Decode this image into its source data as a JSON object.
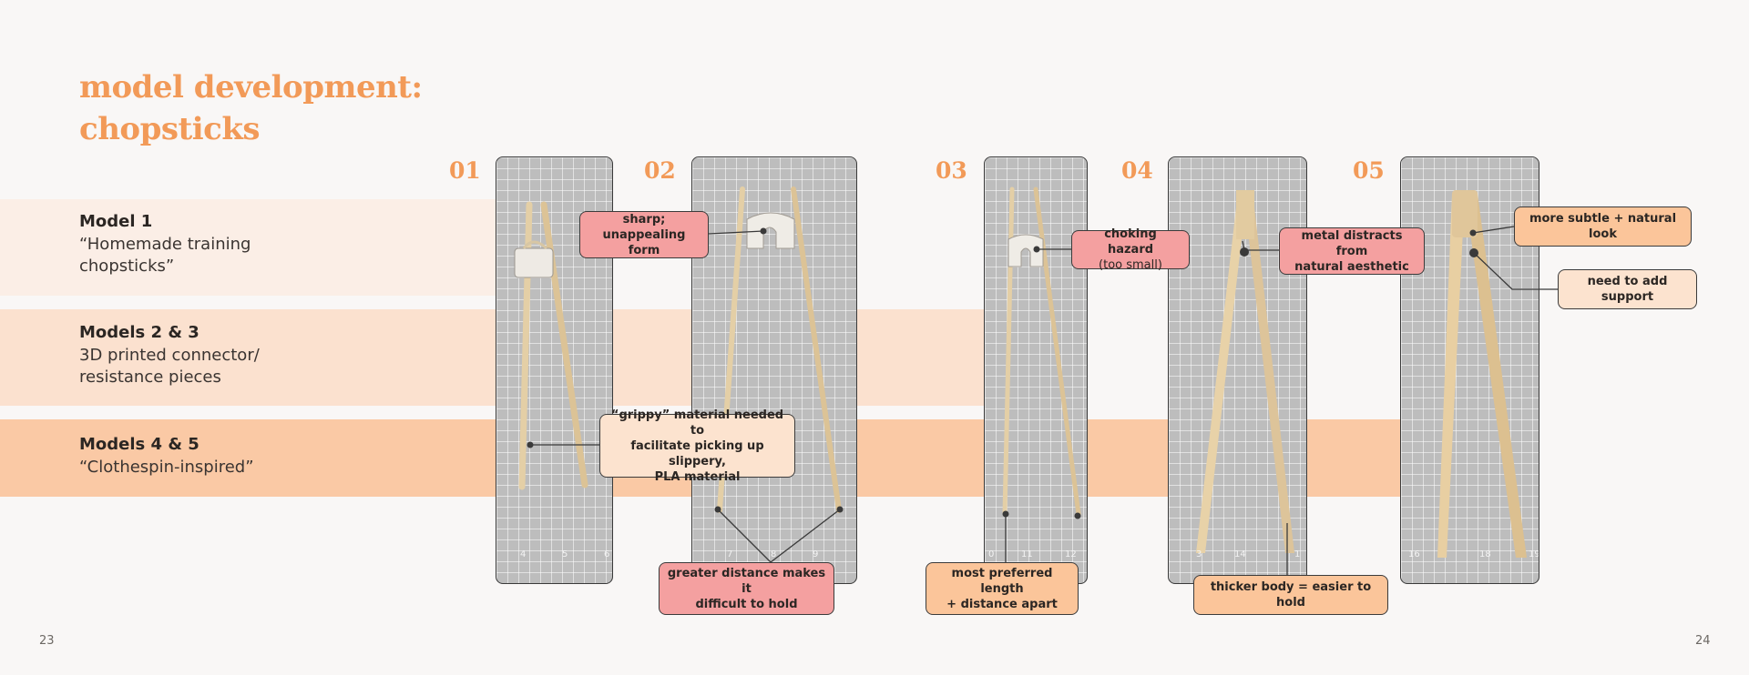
{
  "title_line1": "model development:",
  "title_line2": "chopsticks",
  "models": [
    {
      "name": "Model 1",
      "desc_line1": "“Homemade training",
      "desc_line2": "chopsticks”"
    },
    {
      "name": "Models 2 & 3",
      "desc_line1": "3D printed connector/",
      "desc_line2": "resistance pieces"
    },
    {
      "name": "Models 4 & 5",
      "desc_line1": "“Clothespin-inspired”",
      "desc_line2": ""
    }
  ],
  "numbers": [
    "01",
    "02",
    "03",
    "04",
    "05"
  ],
  "ruler_labels": [
    [
      "4",
      "5",
      "6"
    ],
    [
      "7",
      "8",
      "9"
    ],
    [
      "0",
      "11",
      "12"
    ],
    [
      "3",
      "14",
      "1"
    ],
    [
      "16",
      "18",
      "19"
    ]
  ],
  "callouts": {
    "sharp_line1": "sharp; unappealing",
    "sharp_line2": "form",
    "grippy_line1": "“grippy” material needed to",
    "grippy_line2": "facilitate picking up slippery,",
    "grippy_line3": "PLA material",
    "distance_line1": "greater distance makes it",
    "distance_line2": "difficult to hold",
    "choking_line1": "choking hazard",
    "choking_line2": "(too small)",
    "preferred_line1": "most preferred length",
    "preferred_line2": "+ distance apart",
    "metal_line1": "metal distracts from",
    "metal_line2": "natural aesthetic",
    "thicker": "thicker body = easier to hold",
    "subtle": "more subtle + natural look",
    "support": "need to add support"
  },
  "page_left": "23",
  "page_right": "24",
  "colors": {
    "accent": "#f29a58",
    "pink_callout": "#f4a0a0",
    "peach_callout": "#fbc59a",
    "cream_callout": "#fce3cf"
  }
}
